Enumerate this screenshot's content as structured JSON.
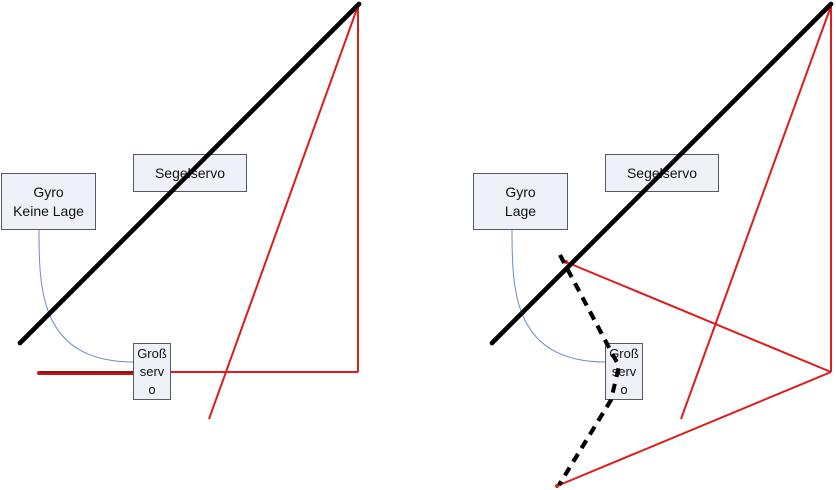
{
  "left_diagram": {
    "gyro_label_line1": "Gyro",
    "gyro_label_line2": "Keine Lage",
    "segelservo_label": "Segelservo",
    "grossservo_line1": "Groß",
    "grossservo_line2": "serv",
    "grossservo_line3": "o"
  },
  "right_diagram": {
    "gyro_label_line1": "Gyro",
    "gyro_label_line2": "Lage",
    "segelservo_label": "Segelservo",
    "grossservo_line1": "Groß",
    "grossservo_line2": "serv",
    "grossservo_line3": "o"
  },
  "colors": {
    "mast": "#000000",
    "rope": "#dd1c1c",
    "gyro_wire": "#6a8fc0",
    "box_fill": "#eef1f8",
    "box_border": "#55595f"
  }
}
